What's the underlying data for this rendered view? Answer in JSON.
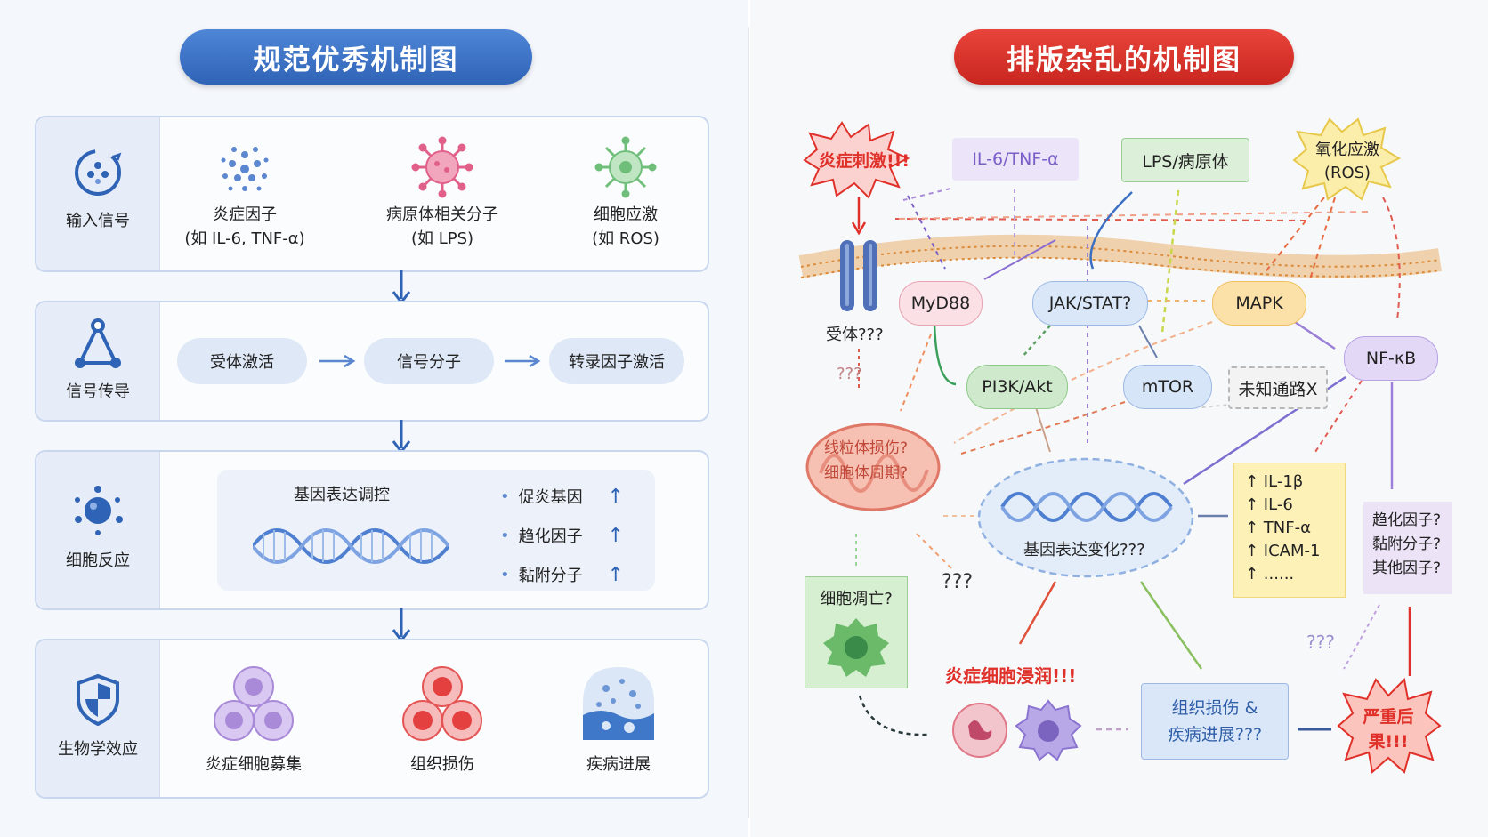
{
  "left": {
    "title": "规范优秀机制图",
    "rows": [
      {
        "label": "输入信号",
        "items": [
          {
            "line1": "炎症因子",
            "line2": "(如 IL-6, TNF-α)"
          },
          {
            "line1": "病原体相关分子",
            "line2": "(如 LPS)"
          },
          {
            "line1": "细胞应激",
            "line2": "(如 ROS)"
          }
        ]
      },
      {
        "label": "信号传导",
        "steps": [
          "受体激活",
          "信号分子",
          "转录因子激活"
        ]
      },
      {
        "label": "细胞反应",
        "gene_title": "基因表达调控",
        "bullets": [
          "促炎基因",
          "趋化因子",
          "黏附分子"
        ],
        "bullet_marker": "•",
        "up_arrow": "↑"
      },
      {
        "label": "生物学效应",
        "items": [
          {
            "line1": "炎症细胞募集"
          },
          {
            "line1": "组织损伤"
          },
          {
            "line1": "疾病进展"
          }
        ]
      }
    ],
    "colors": {
      "accent": "#3a6fc2",
      "arrow": "#2f63b6"
    }
  },
  "right": {
    "title": "排版杂乱的机制图",
    "nodes": {
      "inflammation_stimulus": "炎症刺激!!!",
      "il6_tnf": "IL-6/TNF-α",
      "lps": "LPS/病原体",
      "oxidative_stress": [
        "氧化应激",
        "(ROS)"
      ],
      "receptor": "受体???",
      "myd88": "MyD88",
      "jak_stat": "JAK/STAT?",
      "mapk": "MAPK",
      "nfkb": "NF-κB",
      "pi3k": "PI3K/Akt",
      "mtor": "mTOR",
      "unknown_pathway": "未知通路X",
      "qmarks_small": "???",
      "mito_label": [
        "线粒体损伤?",
        "细胞体周期?"
      ],
      "gene_change": "基因表达变化???",
      "cytokines_up": [
        "↑ IL-1β",
        "↑ IL-6",
        "↑ TNF-α",
        "↑ ICAM-1",
        "↑ ......"
      ],
      "other_factors": [
        "趋化因子?",
        "黏附分子?",
        "其他因子?"
      ],
      "apoptosis": "细胞凋亡?",
      "qmarks_mid": "???",
      "qmarks_right": "???",
      "infiltration": "炎症细胞浸润!!!",
      "tissue_damage": [
        "组织损伤 &",
        "疾病进展???"
      ],
      "severe": [
        "严重后",
        "果!!!"
      ]
    },
    "colors": {
      "title": "#d8312a",
      "warning": "#e0302a"
    }
  }
}
